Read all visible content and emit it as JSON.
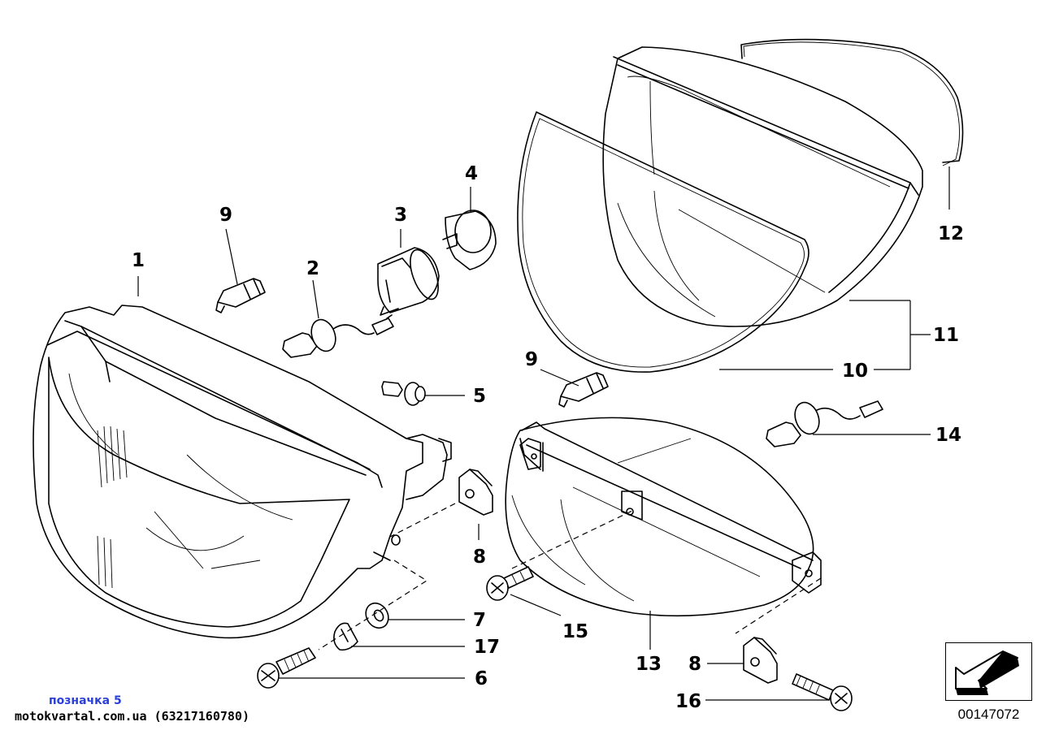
{
  "callouts": [
    {
      "id": "c1",
      "label": "1"
    },
    {
      "id": "c2",
      "label": "2"
    },
    {
      "id": "c3",
      "label": "3"
    },
    {
      "id": "c4",
      "label": "4"
    },
    {
      "id": "c5",
      "label": "5"
    },
    {
      "id": "c6",
      "label": "6"
    },
    {
      "id": "c7",
      "label": "7"
    },
    {
      "id": "c8a",
      "label": "8"
    },
    {
      "id": "c8b",
      "label": "8"
    },
    {
      "id": "c9a",
      "label": "9"
    },
    {
      "id": "c9b",
      "label": "9"
    },
    {
      "id": "c10",
      "label": "10"
    },
    {
      "id": "c11",
      "label": "11"
    },
    {
      "id": "c12",
      "label": "12"
    },
    {
      "id": "c13",
      "label": "13"
    },
    {
      "id": "c14",
      "label": "14"
    },
    {
      "id": "c15",
      "label": "15"
    },
    {
      "id": "c16",
      "label": "16"
    },
    {
      "id": "c17",
      "label": "17"
    }
  ],
  "watermark": {
    "line1": "позначка 5",
    "line2": "motokvartal.com.ua (63217160780)"
  },
  "document_number": "00147072",
  "icons": {
    "doc_symbol": "arrow-down-left-icon"
  }
}
